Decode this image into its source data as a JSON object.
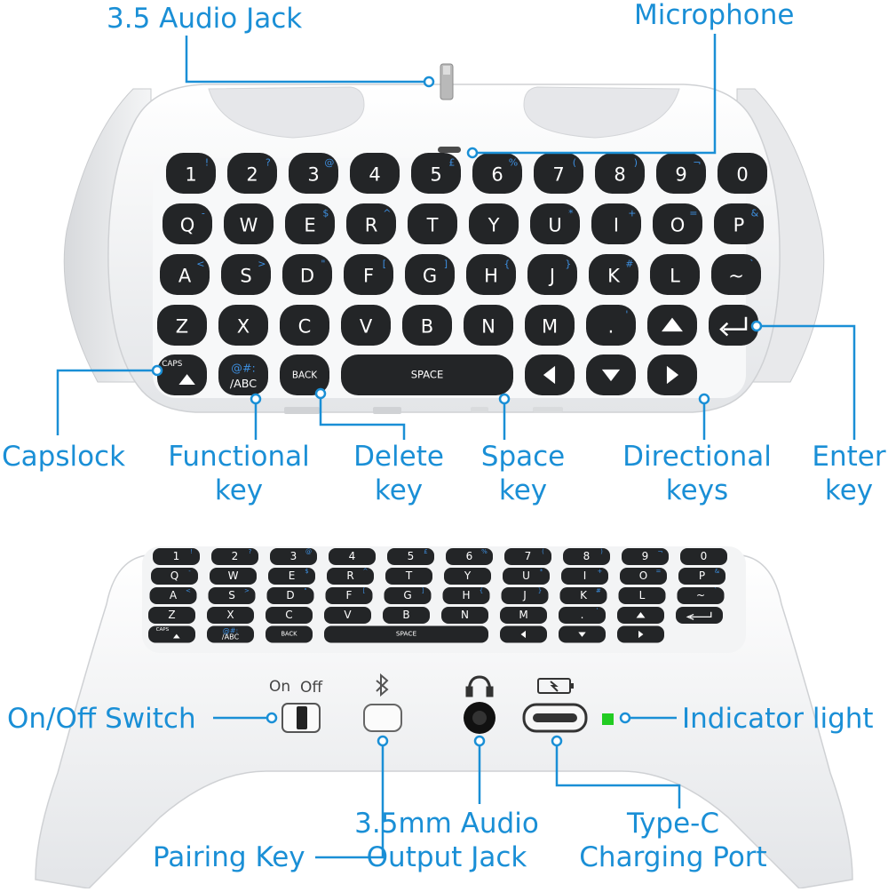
{
  "colors": {
    "accent": "#1a8fd6",
    "body": "#f1f2f4",
    "key": "#232527",
    "key_label": "#ffffff",
    "key_sub": "#3d8fe0",
    "led": "#22cc22"
  },
  "labels": {
    "audio_jack": "3.5 Audio Jack",
    "microphone": "Microphone",
    "capslock": "Capslock",
    "functional_1": "Functional",
    "functional_2": "key",
    "delete_1": "Delete",
    "delete_2": "key",
    "space_1": "Space",
    "space_2": "key",
    "directional_1": "Directional",
    "directional_2": "keys",
    "enter_1": "Enter",
    "enter_2": "key",
    "onoff_switch": "On/Off Switch",
    "indicator": "Indicator light",
    "pairing": "Pairing Key",
    "audio_out_1": "3.5mm Audio",
    "audio_out_2": "Output Jack",
    "typec_1": "Type-C",
    "typec_2": "Charging Port"
  },
  "keyboard": {
    "row_numbers": [
      "1",
      "2",
      "3",
      "4",
      "5",
      "6",
      "7",
      "8",
      "9",
      "0"
    ],
    "row_numbers_sub": [
      "!",
      "?",
      "@",
      "",
      "£",
      "%",
      "(",
      ")",
      "¬",
      ""
    ],
    "row_q": [
      "Q",
      "W",
      "E",
      "R",
      "T",
      "Y",
      "U",
      "I",
      "O",
      "P"
    ],
    "row_q_sub": [
      "-",
      "",
      "$",
      "^",
      "",
      "",
      "*",
      "+",
      "=",
      "&"
    ],
    "row_a": [
      "A",
      "S",
      "D",
      "F",
      "G",
      "H",
      "J",
      "K",
      "L",
      "~"
    ],
    "row_a_sub": [
      "<",
      ">",
      "\"",
      "[",
      "]",
      "{",
      "}",
      "#",
      "",
      "`"
    ],
    "row_z": [
      "Z",
      "X",
      "C",
      "V",
      "B",
      "N",
      "M",
      ".",
      ""
    ],
    "row_z_sub": [
      "",
      "",
      "",
      "",
      "",
      "",
      "",
      "'",
      ""
    ],
    "caps_label": "CAPS",
    "func_label_1": "@#:",
    "func_label_2": "/ABC",
    "back_label": "BACK",
    "space_label": "SPACE"
  },
  "ports": {
    "on_label": "On",
    "off_label": "Off"
  }
}
